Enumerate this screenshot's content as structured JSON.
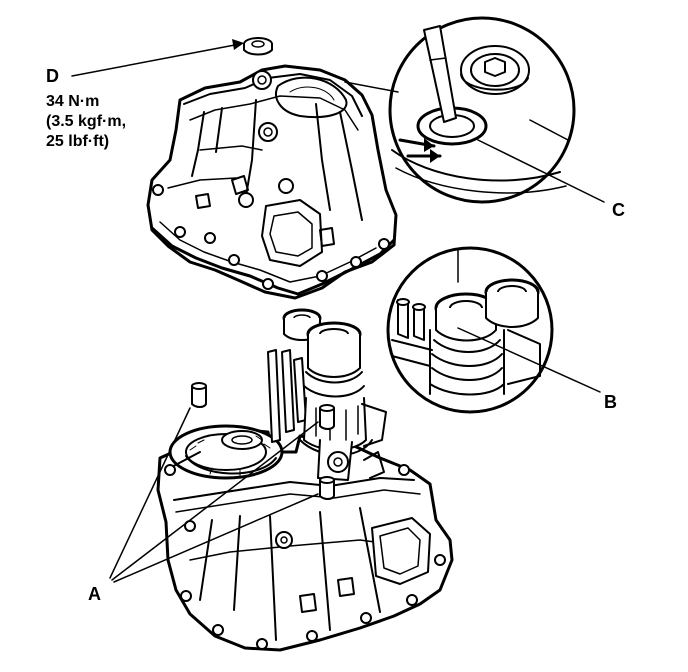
{
  "callouts": {
    "a": "A",
    "b": "B",
    "c": "C",
    "d": "D"
  },
  "torque_spec": {
    "line1": "34 N·m",
    "line2": "(3.5 kgf·m,",
    "line3": "25 lbf·ft)"
  }
}
